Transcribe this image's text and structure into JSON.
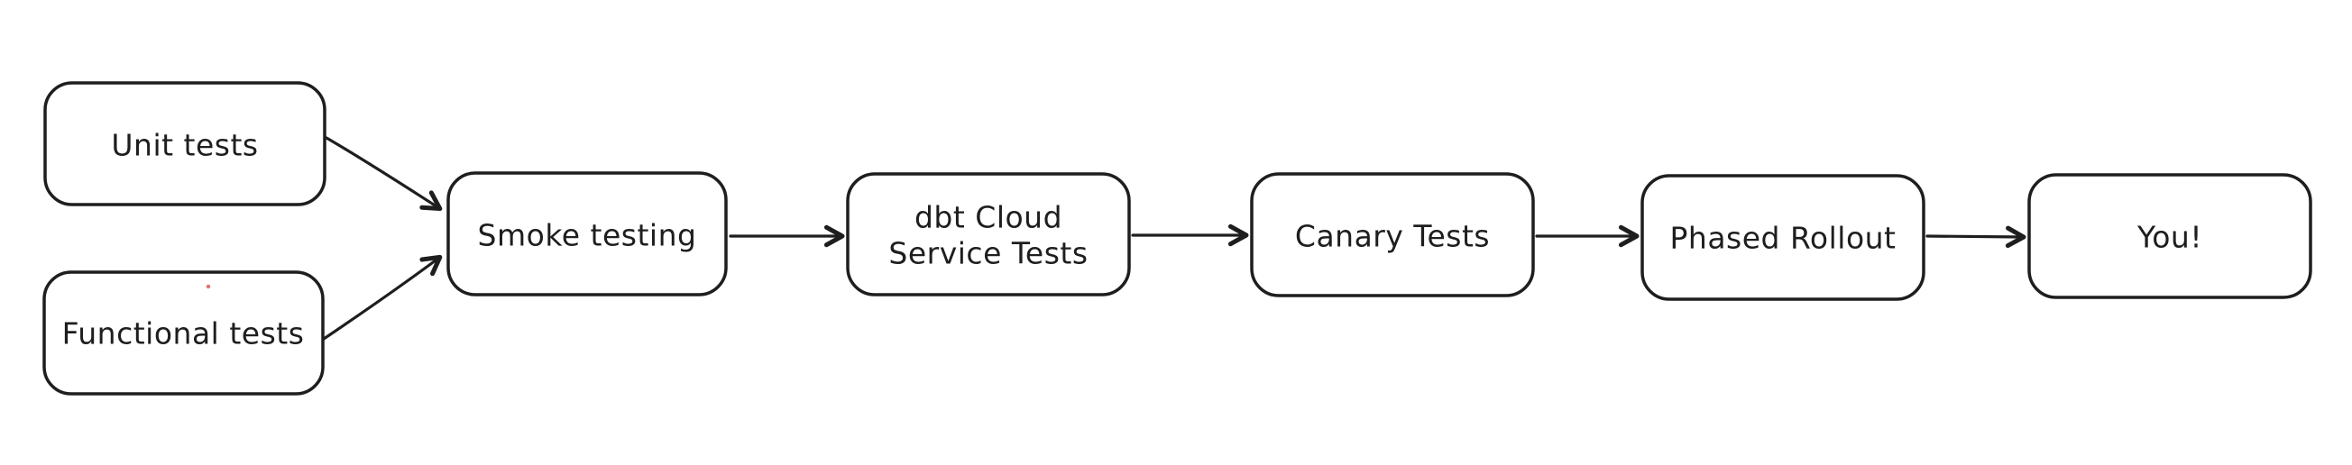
{
  "diagram": {
    "type": "flowchart",
    "style": "hand-drawn-excalidraw",
    "background_color": "#ffffff",
    "ink_color": "#1e1e1e",
    "artifact_dot_color": "#e05353",
    "nodes": [
      {
        "id": "unit-tests",
        "label": "Unit tests"
      },
      {
        "id": "functional-tests",
        "label": "Functional tests"
      },
      {
        "id": "smoke-testing",
        "label": "Smoke testing"
      },
      {
        "id": "dbt-cloud-service-tests",
        "label": "dbt Cloud Service Tests",
        "lines": [
          "dbt Cloud",
          "Service Tests"
        ]
      },
      {
        "id": "canary-tests",
        "label": "Canary Tests"
      },
      {
        "id": "phased-rollout",
        "label": "Phased Rollout"
      },
      {
        "id": "you",
        "label": "You!"
      }
    ],
    "edges": [
      {
        "from": "unit-tests",
        "to": "smoke-testing"
      },
      {
        "from": "functional-tests",
        "to": "smoke-testing"
      },
      {
        "from": "smoke-testing",
        "to": "dbt-cloud-service-tests"
      },
      {
        "from": "dbt-cloud-service-tests",
        "to": "canary-tests"
      },
      {
        "from": "canary-tests",
        "to": "phased-rollout"
      },
      {
        "from": "phased-rollout",
        "to": "you"
      }
    ]
  }
}
